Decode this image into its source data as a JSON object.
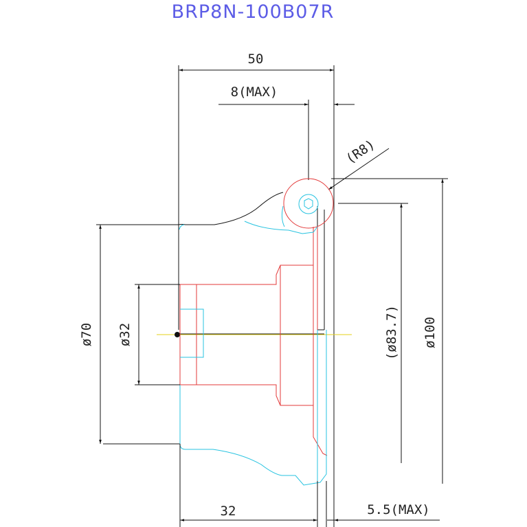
{
  "title": "BRP8N-100B07R",
  "dimensions": {
    "width_total": "50",
    "cut_depth": "8(MAX)",
    "corner_radius": "(R8)",
    "bore_diameter": "ø32",
    "hub_diameter": "ø70",
    "inner_diameter": "(ø83.7)",
    "outer_diameter": "ø100",
    "body_length": "32",
    "offset": "5.5(MAX)"
  },
  "colors": {
    "title": "#5c5ce6",
    "outline": "#111111",
    "insert": "#e33a3a",
    "body": "#27c3e0",
    "centerline": "#e6d21a"
  }
}
